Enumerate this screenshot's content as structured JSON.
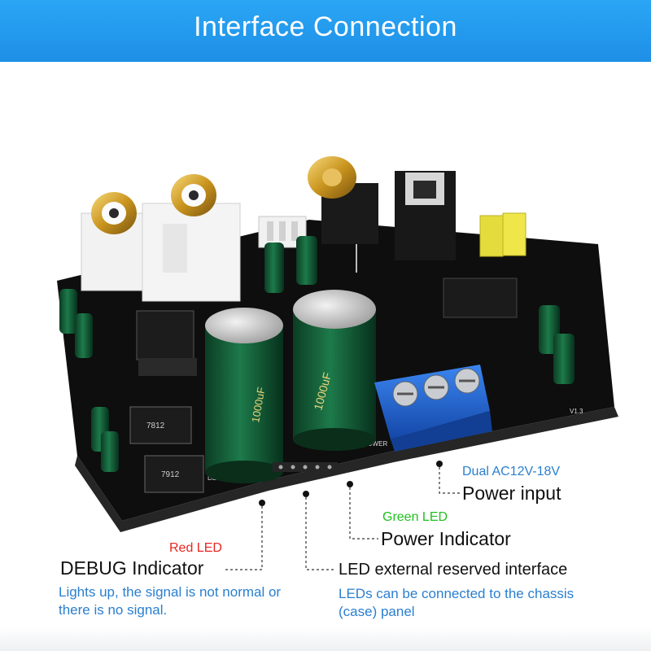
{
  "header": {
    "title": "Interface Connection"
  },
  "board": {
    "silkscreen": {
      "debug": "DEBUG",
      "power": "POWER",
      "version": "V1.3",
      "cap1": "1000uF",
      "cap2": "1000uF",
      "reg1": "7812",
      "reg2": "7912"
    }
  },
  "callouts": {
    "power_input": {
      "note": "Dual AC12V-18V",
      "title": "Power input"
    },
    "power_indicator": {
      "note": "Green LED",
      "title": "Power Indicator"
    },
    "debug_indicator": {
      "note": "Red LED",
      "title": "DEBUG Indicator",
      "desc_line1": "Lights up, the signal is not normal or",
      "desc_line2": "there is no signal."
    },
    "led_interface": {
      "title": "LED external reserved interface",
      "desc_line1": "LEDs can be connected to the chassis",
      "desc_line2": "(case) panel"
    }
  },
  "colors": {
    "header": "#1e8fe6",
    "pcb": "#0e0e0e",
    "red_note": "#e8261f",
    "green_note": "#1ec21e",
    "blue_note": "#2a7fcf",
    "terminal": "#1f63d6"
  }
}
